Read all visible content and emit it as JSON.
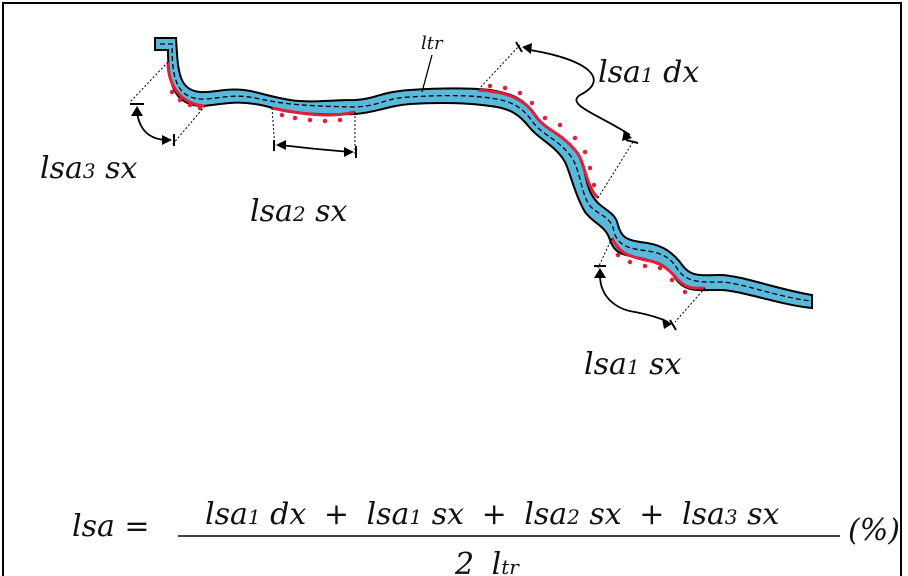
{
  "diagram": {
    "river_label": "ltr",
    "labels": {
      "lsa1dx": {
        "base": "lsa",
        "sub": "1",
        "rest": " dx"
      },
      "lsa1sx": {
        "base": "lsa",
        "sub": "1",
        "rest": " sx"
      },
      "lsa2sx": {
        "base": "lsa",
        "sub": "2",
        "rest": " sx"
      },
      "lsa3sx": {
        "base": "lsa",
        "sub": "3",
        "rest": " sx"
      }
    },
    "formula": {
      "lhs": "lsa =",
      "numerator": [
        {
          "base": "lsa",
          "sub": "1",
          "rest": " dx"
        },
        {
          "base": "lsa",
          "sub": "1",
          "rest": " sx"
        },
        {
          "base": "lsa",
          "sub": "2",
          "rest": " sx"
        },
        {
          "base": "lsa",
          "sub": "3",
          "rest": " sx"
        }
      ],
      "plus": "+",
      "denominator_coef": "2",
      "denominator_base": "l",
      "denominator_sub": "tr",
      "unit": "(%)"
    },
    "colors": {
      "river_fill": "#5ab8da",
      "river_outline": "#000000",
      "bank_line": "#e0203a",
      "centerline": "#000000"
    }
  }
}
